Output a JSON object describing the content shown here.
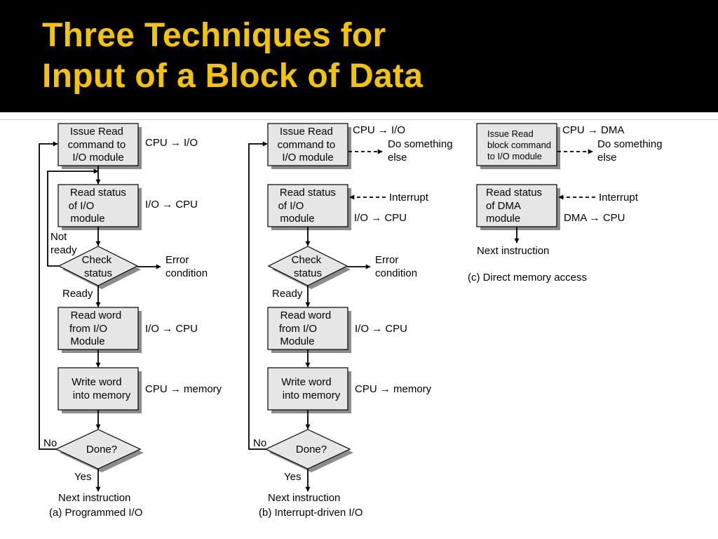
{
  "slide": {
    "title": "Three Techniques for\nInput of a Block of Data",
    "colors": {
      "header_bg": "#000000",
      "title": "#f5c400",
      "box_fill": "#e6e6e6",
      "box_shadow": "#8c8c8c"
    }
  },
  "diagrams": {
    "a": {
      "caption": "(a) Programmed I/O",
      "issue": [
        "Issue Read",
        "command to",
        "I/O module"
      ],
      "issue_note": "CPU → I/O",
      "read_status": [
        "Read status",
        "of I/O",
        "module"
      ],
      "read_status_note": "I/O → CPU",
      "not_ready": [
        "Not",
        "ready"
      ],
      "check": [
        "Check",
        "status"
      ],
      "error": [
        "Error",
        "condition"
      ],
      "ready": "Ready",
      "read_word": [
        "Read word",
        "from I/O",
        "Module"
      ],
      "read_word_note": "I/O → CPU",
      "write_word": [
        "Write word",
        "into memory"
      ],
      "write_word_note": "CPU → memory",
      "done": "Done?",
      "no": "No",
      "yes": "Yes",
      "next": "Next instruction"
    },
    "b": {
      "caption": "(b) Interrupt-driven I/O",
      "issue": [
        "Issue Read",
        "command to",
        "I/O module"
      ],
      "issue_note": "CPU → I/O",
      "do_else": [
        "Do something",
        "else"
      ],
      "read_status": [
        "Read status",
        "of I/O",
        "module"
      ],
      "interrupt": "Interrupt",
      "read_status_note": "I/O → CPU",
      "check": [
        "Check",
        "status"
      ],
      "error": [
        "Error",
        "condition"
      ],
      "ready": "Ready",
      "read_word": [
        "Read word",
        "from I/O",
        "Module"
      ],
      "read_word_note": "I/O → CPU",
      "write_word": [
        "Write word",
        "into memory"
      ],
      "write_word_note": "CPU → memory",
      "done": "Done?",
      "no": "No",
      "yes": "Yes",
      "next": "Next instruction"
    },
    "c": {
      "caption": "(c) Direct memory access",
      "issue": [
        "Issue Read",
        "block command",
        "to I/O module"
      ],
      "issue_note": "CPU → DMA",
      "do_else": [
        "Do something",
        "else"
      ],
      "read_status": [
        "Read status",
        "of DMA",
        "module"
      ],
      "interrupt": "Interrupt",
      "read_status_note": "DMA → CPU",
      "next": "Next instruction"
    }
  }
}
